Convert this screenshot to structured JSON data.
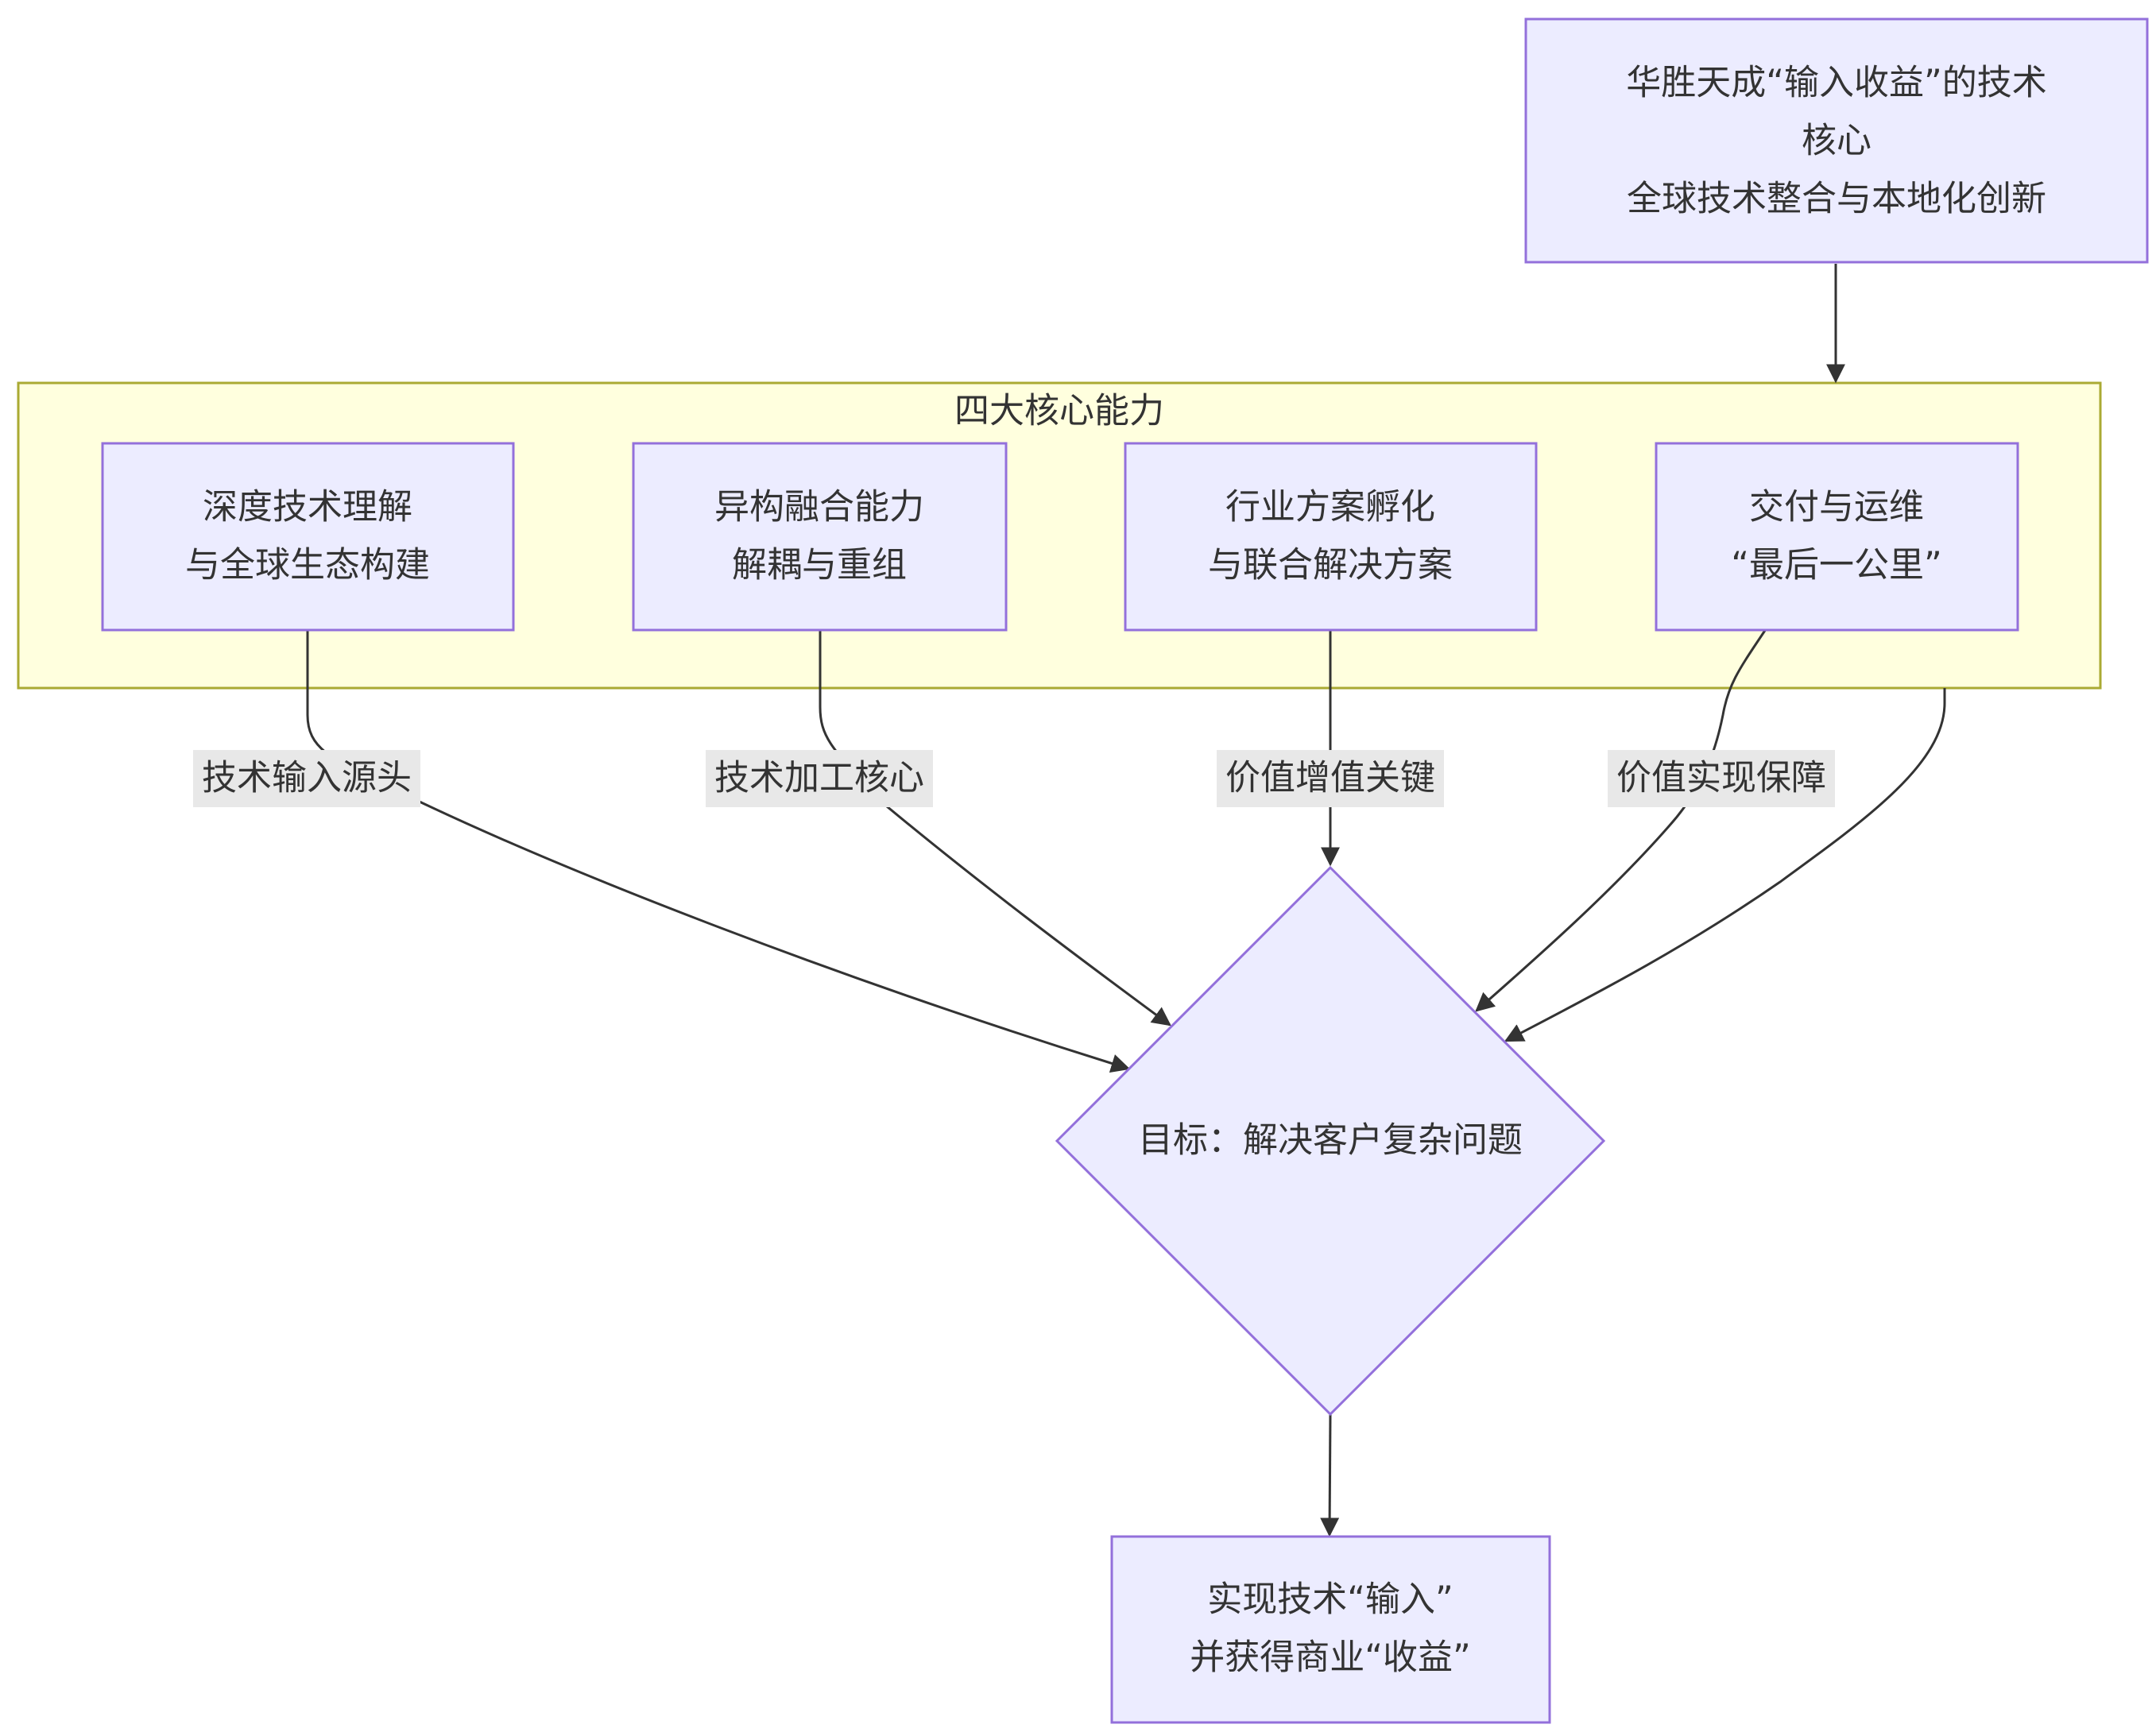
{
  "diagram": {
    "type": "flowchart",
    "colors": {
      "node_fill": "#ececff",
      "node_stroke": "#9370db",
      "cluster_fill": "#ffffde",
      "cluster_stroke": "#aaaa33",
      "edge": "#333333",
      "edge_label_bg": "#e8e8e8",
      "text": "#333333"
    },
    "top_node": {
      "lines": [
        "华胜天成“输入收益”的技术",
        "核心",
        "全球技术整合与本地化创新"
      ]
    },
    "cluster": {
      "title": "四大核心能力",
      "nodes": [
        {
          "id": "c1",
          "lines": [
            "深度技术理解",
            "与全球生态构建"
          ]
        },
        {
          "id": "c2",
          "lines": [
            "异构融合能力",
            "解耦与重组"
          ]
        },
        {
          "id": "c3",
          "lines": [
            "行业方案孵化",
            "与联合解决方案"
          ]
        },
        {
          "id": "c4",
          "lines": [
            "交付与运维",
            "“最后一公里”"
          ]
        }
      ]
    },
    "edge_labels": [
      "技术输入源头",
      "技术加工核心",
      "价值增值关键",
      "价值实现保障"
    ],
    "decision": {
      "text": "目标：解决客户复杂问题"
    },
    "result": {
      "lines": [
        "实现技术“输入”",
        "并获得商业“收益”"
      ]
    },
    "edges": [
      {
        "from": "top_node",
        "to": "cluster"
      },
      {
        "from": "c1",
        "to": "decision",
        "label_index": 0
      },
      {
        "from": "c2",
        "to": "decision",
        "label_index": 1
      },
      {
        "from": "c3",
        "to": "decision",
        "label_index": 2
      },
      {
        "from": "c4",
        "to": "decision",
        "label_index": 3
      },
      {
        "from": "cluster",
        "to": "decision"
      },
      {
        "from": "decision",
        "to": "result"
      }
    ]
  }
}
